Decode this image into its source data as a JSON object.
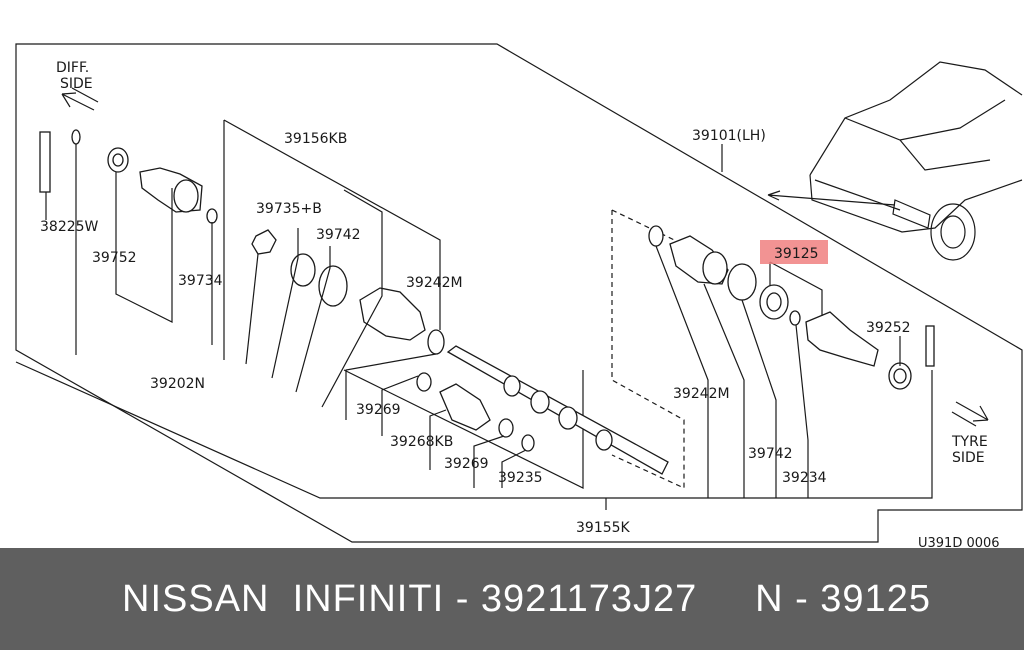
{
  "diagram": {
    "direction_labels": {
      "diff_line1": "DIFF.",
      "diff_line2": "SIDE",
      "tyre_line1": "TYRE",
      "tyre_line2": "SIDE"
    },
    "assembly_label": "39101(LH)",
    "highlight_color": "#f08080",
    "part_labels": {
      "p39156kb": "39156KB",
      "p38225w": "38225W",
      "p39752": "39752",
      "p39735b": "39735+B",
      "p39742a": "39742",
      "p39734": "39734",
      "p39242m_a": "39242M",
      "p39202n": "39202N",
      "p39269_a": "39269",
      "p39268kb": "39268KB",
      "p39269_b": "39269",
      "p39235": "39235",
      "p39155k": "39155K",
      "p39125": "39125",
      "p39252": "39252",
      "p39242m_b": "39242M",
      "p39742b": "39742",
      "p39234": "39234"
    },
    "figure_code": "U391D 0006"
  },
  "footer": {
    "caption": "NISSAN  INFINITI - 3921173J27     N - 39125"
  }
}
